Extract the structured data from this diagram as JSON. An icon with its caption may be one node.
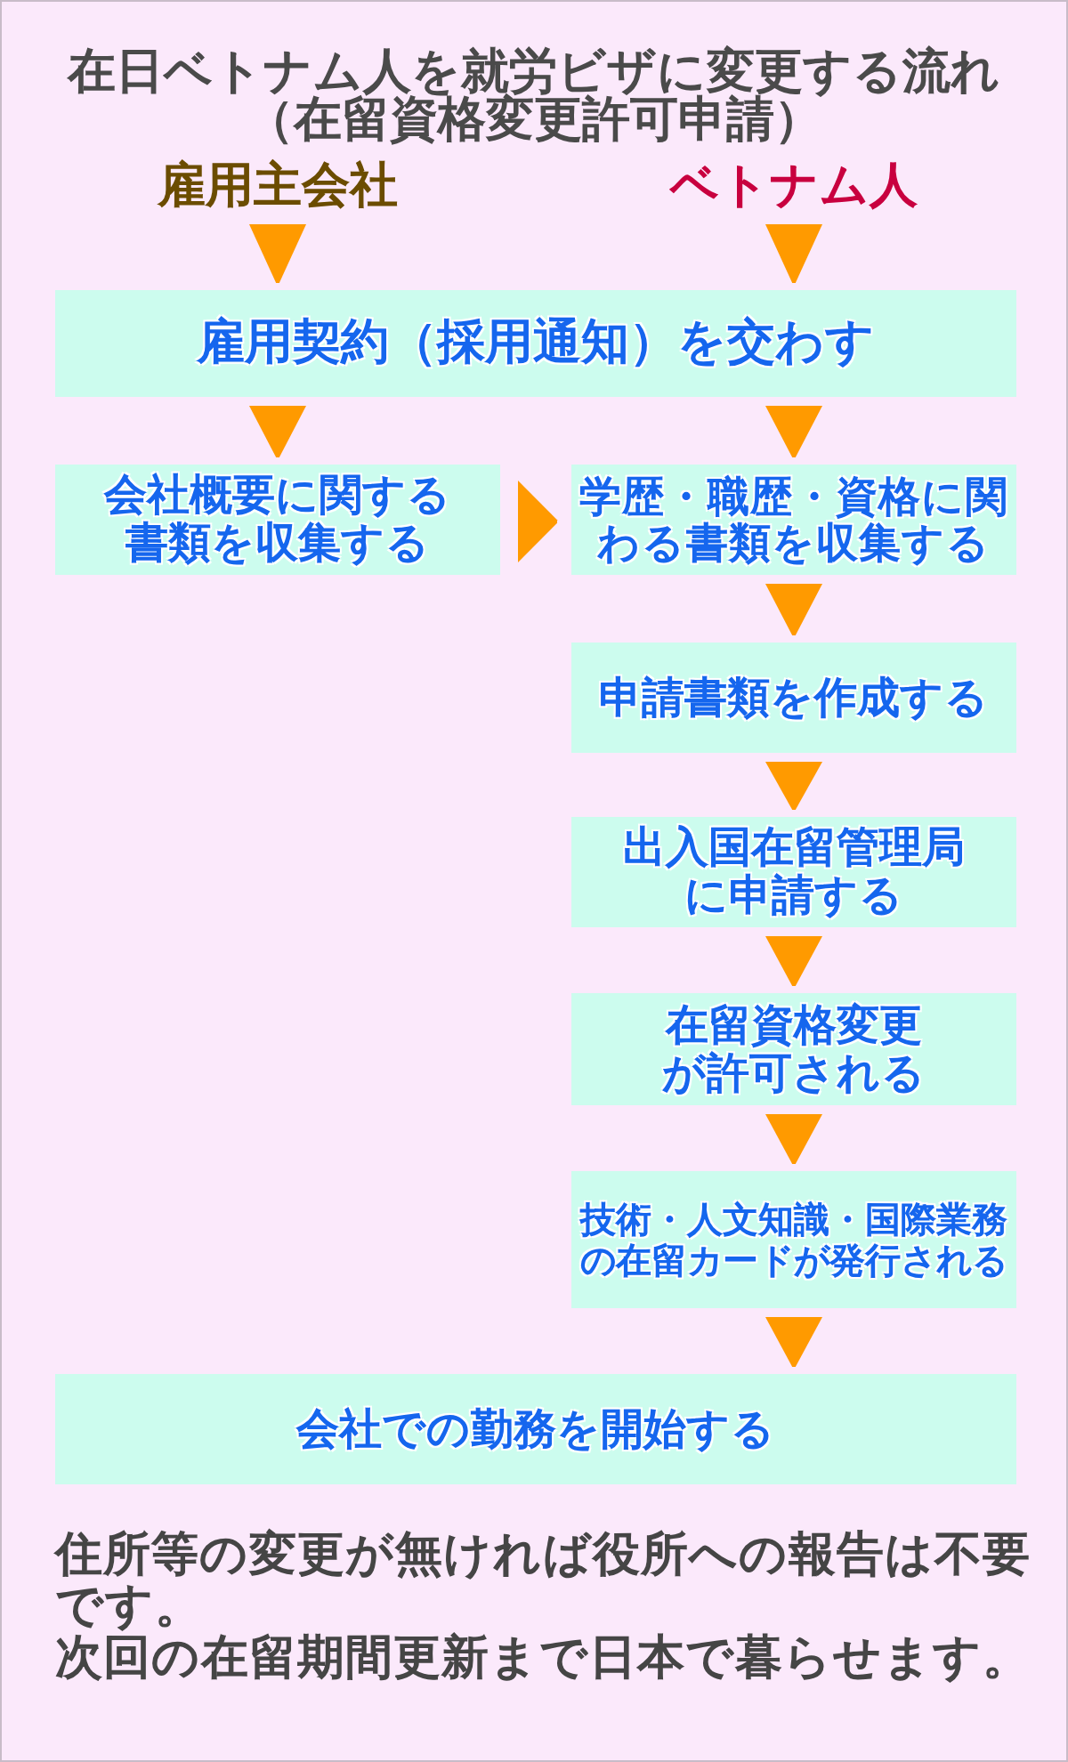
{
  "diagram": {
    "title": "在日ベトナム人を就労ビザに変更する流れ（在留資格変更許可申請）",
    "nodes": [
      {
        "text": [
          "雇用主会社"
        ]
      },
      {
        "text": [
          "ベトナム人"
        ]
      },
      {
        "text": [
          "雇用契約（採用通知）を交わす"
        ]
      },
      {
        "text": [
          "会社概要に関する書類を収集する"
        ]
      },
      {
        "text": [
          "学歴・職歴・資格に関わる書類を収集する"
        ]
      },
      {
        "text": [
          "申請書類を作成する"
        ]
      },
      {
        "text": [
          "出入国在留管理局に申請する"
        ]
      },
      {
        "text": [
          "在留資格変更が許可される"
        ]
      },
      {
        "text": [
          "技術・人文知識・国際業務の在留カードが発行される"
        ]
      },
      {
        "text": [
          "会社での勤務を開始する"
        ]
      }
    ],
    "edges": [
      {
        "from": 0,
        "to": 2,
        "arrow": "to"
      },
      {
        "from": 1,
        "to": 2,
        "arrow": "to"
      },
      {
        "from": 2,
        "to": 3,
        "arrow": "to"
      },
      {
        "from": 2,
        "to": 4,
        "arrow": "to"
      },
      {
        "from": 3,
        "to": 4,
        "arrow": "to"
      },
      {
        "from": 4,
        "to": 5,
        "arrow": "to"
      },
      {
        "from": 5,
        "to": 6,
        "arrow": "to"
      },
      {
        "from": 6,
        "to": 7,
        "arrow": "to"
      },
      {
        "from": 7,
        "to": 8,
        "arrow": "to"
      },
      {
        "from": 8,
        "to": 9,
        "arrow": "to"
      }
    ],
    "labels": [
      "住所等の変更が無ければ役所への報告は不要です。",
      "次回の在留期間更新まで日本で暮らせます。"
    ]
  }
}
